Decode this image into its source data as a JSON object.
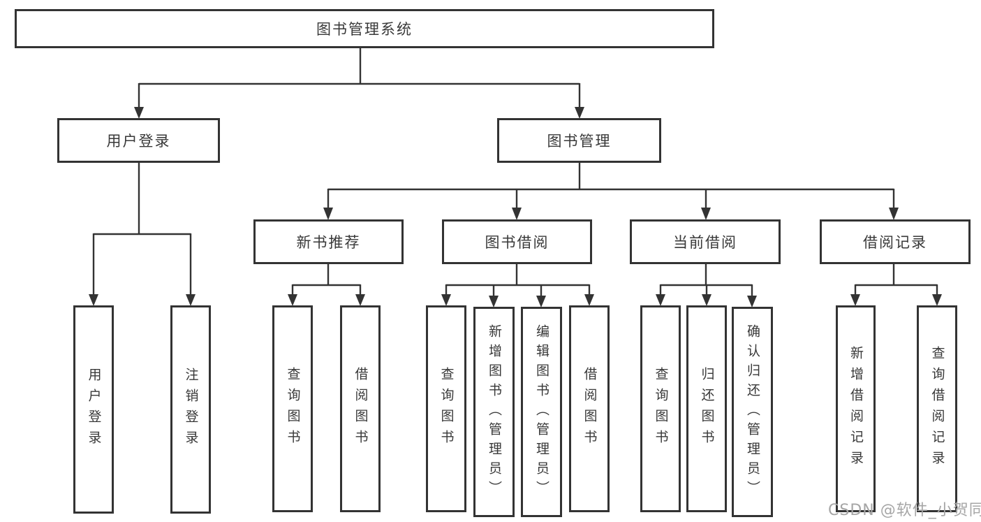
{
  "watermark": "CSDN @软件_小贺同学",
  "tree": {
    "root": {
      "label": "图书管理系统"
    },
    "branches": [
      {
        "label": "用户登录",
        "children": [
          {
            "label": "用户登录"
          },
          {
            "label": "注销登录"
          }
        ]
      },
      {
        "label": "图书管理",
        "groups": [
          {
            "label": "新书推荐",
            "children": [
              {
                "label": "查询图书"
              },
              {
                "label": "借阅图书"
              }
            ]
          },
          {
            "label": "图书借阅",
            "children": [
              {
                "label": "查询图书"
              },
              {
                "label": "新增图书（管理员）"
              },
              {
                "label": "编辑图书（管理员）"
              },
              {
                "label": "借阅图书"
              }
            ]
          },
          {
            "label": "当前借阅",
            "children": [
              {
                "label": "查询图书"
              },
              {
                "label": "归还图书"
              },
              {
                "label": "确认归还（管理员）"
              }
            ]
          },
          {
            "label": "借阅记录",
            "children": [
              {
                "label": "新增借阅记录"
              },
              {
                "label": "查询借阅记录"
              }
            ]
          }
        ]
      }
    ]
  }
}
